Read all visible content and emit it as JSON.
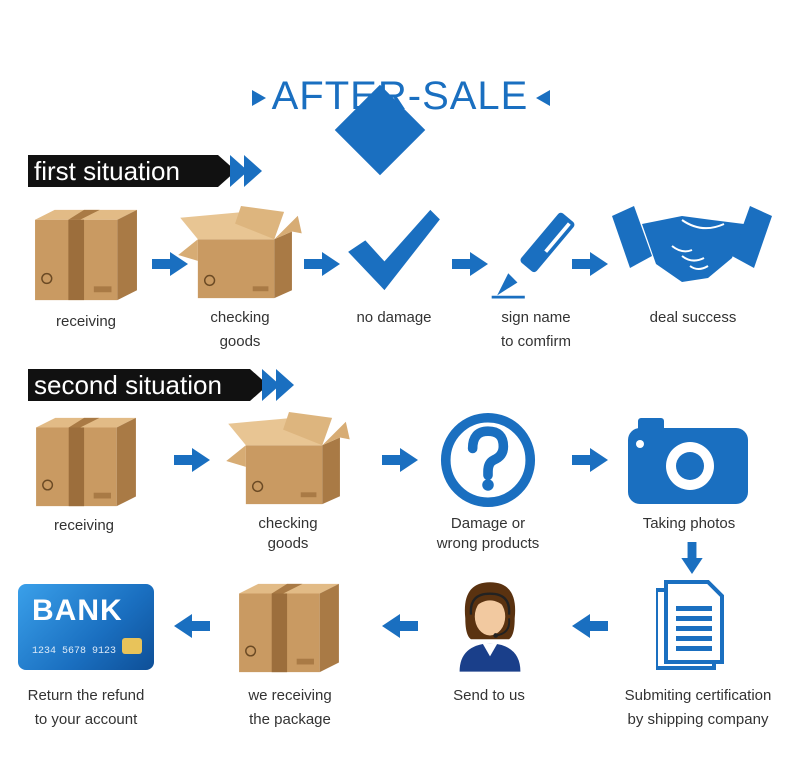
{
  "title": {
    "part1": "AFTER",
    "part2": "-SALE"
  },
  "sections": {
    "first": {
      "label": "first situation"
    },
    "second": {
      "label": "second situation"
    }
  },
  "first_steps": [
    {
      "line1": "receiving",
      "line2": "",
      "icon": "box-closed-icon"
    },
    {
      "line1": "checking",
      "line2": "goods",
      "icon": "box-open-icon"
    },
    {
      "line1": "no damage",
      "line2": "",
      "icon": "checkmark-icon"
    },
    {
      "line1": "sign name",
      "line2": "to comfirm",
      "icon": "pen-icon"
    },
    {
      "line1": "deal success",
      "line2": "",
      "icon": "handshake-icon"
    }
  ],
  "second_steps": [
    {
      "line1": "receiving",
      "line2": "",
      "icon": "box-closed-icon"
    },
    {
      "line1": "checking",
      "line2": "goods",
      "icon": "box-open-icon"
    },
    {
      "line1": "Damage or",
      "line2": "wrong products",
      "icon": "question-icon"
    },
    {
      "line1": "Taking photos",
      "line2": "",
      "icon": "camera-icon"
    }
  ],
  "third_steps": [
    {
      "line1": "Return the refund",
      "line2": "to your account",
      "icon": "bank-card-icon"
    },
    {
      "line1": "we receiving",
      "line2": "the package",
      "icon": "box-closed-icon"
    },
    {
      "line1": "Send to us",
      "line2": "",
      "icon": "support-agent-icon"
    },
    {
      "line1": "Submiting certification",
      "line2": "by shipping company",
      "icon": "document-icon"
    }
  ],
  "bank_card": {
    "brand": "BANK",
    "number": "1234 5678 9123"
  },
  "colors": {
    "accent": "#1a6fc0",
    "cardboard": "#c99a62",
    "banner": "#111111"
  }
}
